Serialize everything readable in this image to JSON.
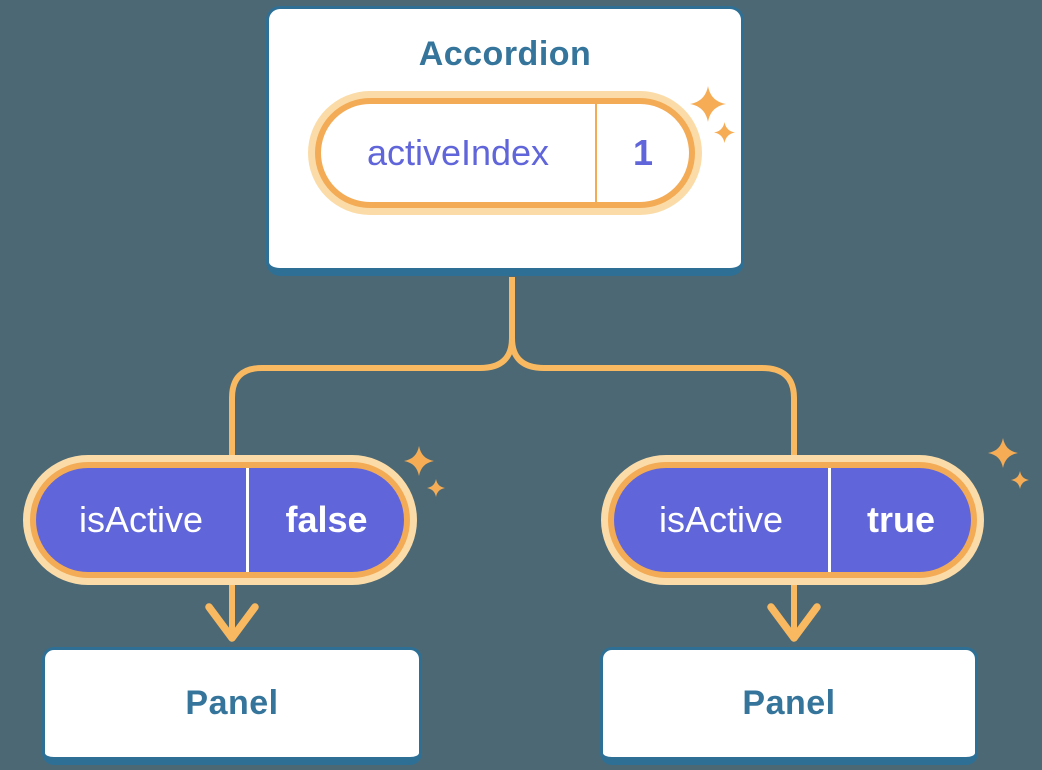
{
  "diagram": {
    "accordion": {
      "title": "Accordion",
      "state": {
        "label": "activeIndex",
        "value": "1"
      }
    },
    "children": [
      {
        "prop": {
          "label": "isActive",
          "value": "false"
        },
        "panel_label": "Panel"
      },
      {
        "prop": {
          "label": "isActive",
          "value": "true"
        },
        "panel_label": "Panel"
      }
    ]
  },
  "colors": {
    "bg": "#4C6874",
    "blue-border": "#2E7095",
    "blue-text": "#35749B",
    "orange-line": "#F8B961",
    "orange-border": "#F3AB56",
    "orange-glow": "#FBDCA8",
    "purple": "#6065DA",
    "white": "#FFFFFF",
    "sparkle": "#F5AC55"
  }
}
